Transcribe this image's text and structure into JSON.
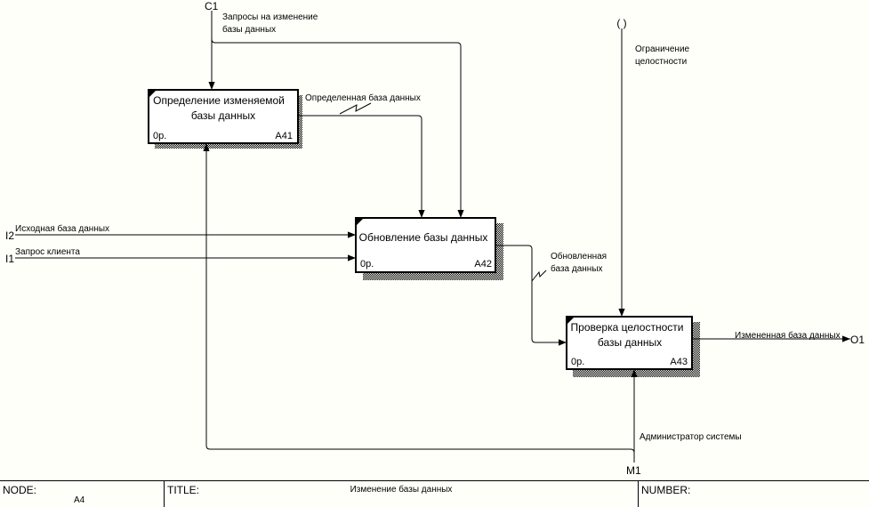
{
  "boxes": [
    {
      "title_line1": "Определение изменяемой",
      "title_line2": "базы данных",
      "cost": "0р.",
      "id": "A41"
    },
    {
      "title_line1": "Обновление базы данных",
      "title_line2": "",
      "cost": "0р.",
      "id": "A42"
    },
    {
      "title_line1": "Проверка целостности",
      "title_line2": "базы данных",
      "cost": "0р.",
      "id": "A43"
    }
  ],
  "tunnels": {
    "c1": "C1",
    "i1": "I1",
    "i2": "I2",
    "o1": "O1",
    "m1": "M1",
    "top_mark": "( )"
  },
  "arrows": {
    "requests_line1": "Запросы на изменение",
    "requests_line2": "базы данных",
    "defined_db": "Определенная база данных",
    "source_db": "Исходная база данных",
    "client_request": "Запрос клиента",
    "updated_line1": "Обновленная",
    "updated_line2": "база данных",
    "integrity_line1": "Ограничение",
    "integrity_line2": "целостности",
    "changed_db": "Измененная база данных",
    "admin": "Администратор системы"
  },
  "footer": {
    "node_label": "NODE:",
    "node_value": "A4",
    "title_label": "TITLE:",
    "title_value": "Изменение базы данных",
    "number_label": "NUMBER:"
  }
}
